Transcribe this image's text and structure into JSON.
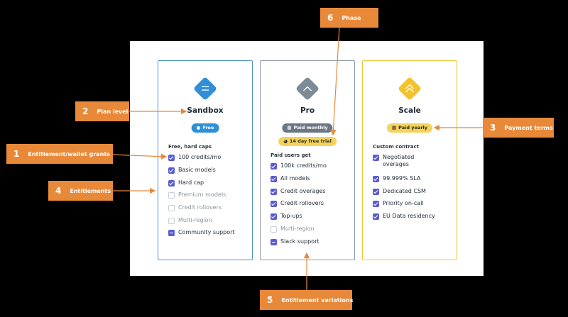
{
  "plans": [
    {
      "name": "Sandbox",
      "icon": "lines-icon",
      "color": "#2f8fd8",
      "badge": {
        "label": "Free",
        "glyph": "●",
        "bg": "#2f8fd8",
        "fg": "#ffffff"
      },
      "section_label": "Free, hard caps",
      "features": [
        {
          "label": "100 credits/mo",
          "state": "checked"
        },
        {
          "label": "Basic models",
          "state": "checked"
        },
        {
          "label": "Hard cap",
          "state": "checked"
        },
        {
          "label": "Premium models",
          "state": "empty"
        },
        {
          "label": "Credit rollovers",
          "state": "empty"
        },
        {
          "label": "Multi-region",
          "state": "empty"
        },
        {
          "label": "Community support",
          "state": "partial"
        }
      ]
    },
    {
      "name": "Pro",
      "icon": "chevron-up-icon",
      "color": "#7d8a97",
      "badge": {
        "label": "Paid monthly",
        "glyph": "▦",
        "bg": "#6b7785",
        "fg": "#ffffff"
      },
      "trial": {
        "label": "14 day free trial",
        "glyph": "◕",
        "bg": "#f3d35a",
        "fg": "#2a2a2a"
      },
      "section_label": "Paid users get",
      "features": [
        {
          "label": "100k credits/mo",
          "state": "checked"
        },
        {
          "label": "All models",
          "state": "checked"
        },
        {
          "label": "Credit overages",
          "state": "checked"
        },
        {
          "label": "Credit rollovers",
          "state": "checked"
        },
        {
          "label": "Top-ups",
          "state": "checked"
        },
        {
          "label": "Multi-region",
          "state": "empty"
        },
        {
          "label": "Slack support",
          "state": "partial"
        }
      ]
    },
    {
      "name": "Scale",
      "icon": "double-chevron-up-icon",
      "color": "#f2c230",
      "badge": {
        "label": "Paid yearly",
        "glyph": "▦",
        "bg": "#f3d35a",
        "fg": "#2a2a2a"
      },
      "section_label": "Custom contract",
      "features": [
        {
          "label": "Negotiated overages",
          "state": "checked"
        },
        {
          "label": "99.999% SLA",
          "state": "checked"
        },
        {
          "label": "Dedicated CSM",
          "state": "checked"
        },
        {
          "label": "Priority on-call",
          "state": "checked"
        },
        {
          "label": "EU Data residency",
          "state": "checked"
        }
      ]
    }
  ],
  "callouts": [
    {
      "num": "1",
      "text": "Entitlement/wallet grants"
    },
    {
      "num": "2",
      "text": "Plan level"
    },
    {
      "num": "3",
      "text": "Payment terms"
    },
    {
      "num": "4",
      "text": "Entitlements"
    },
    {
      "num": "5",
      "text": "Entitlement variations"
    },
    {
      "num": "6",
      "text": "Phase"
    }
  ],
  "colors": {
    "accent": "#e8893a",
    "checkbox": "#5b5bd6"
  }
}
